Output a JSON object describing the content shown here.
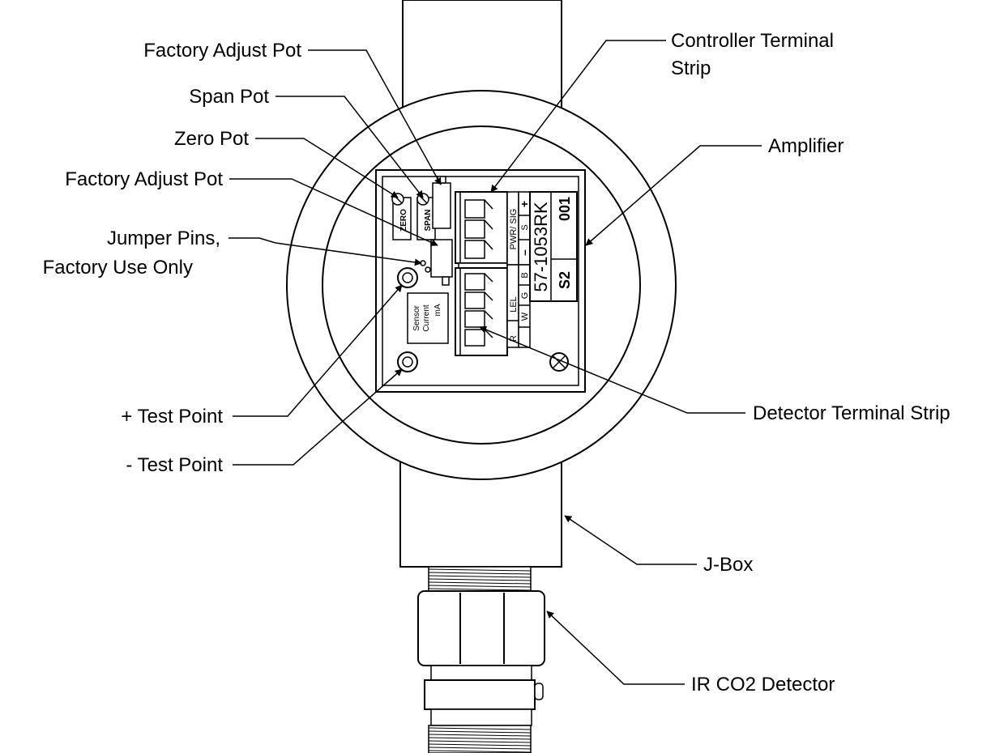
{
  "callouts": {
    "factory_adjust_pot_top": "Factory Adjust Pot",
    "span_pot": "Span Pot",
    "zero_pot": "Zero Pot",
    "factory_adjust_pot_mid": "Factory Adjust Pot",
    "jumper_pins_line1": "Jumper Pins,",
    "jumper_pins_line2": "Factory Use Only",
    "plus_test_point": "+ Test Point",
    "minus_test_point": "- Test Point",
    "controller_terminal_line1": "Controller Terminal",
    "controller_terminal_line2": "Strip",
    "amplifier": "Amplifier",
    "detector_terminal_strip": "Detector Terminal Strip",
    "j_box": "J-Box",
    "ir_co2_detector": "IR CO2 Detector"
  },
  "board": {
    "zero_label": "ZERO",
    "span_label": "SPAN",
    "pwr_sig": "PWR/ SIG",
    "plus": "+",
    "s": "S",
    "minus": "–",
    "b": "B",
    "g": "G",
    "lel": "LEL",
    "w": "W",
    "r": "R",
    "part_number": "57-1053RK",
    "code_001": "001",
    "code_s2": "S2",
    "sensor_line1": "Sensor",
    "sensor_line2": "Current",
    "sensor_line3": "mA"
  }
}
